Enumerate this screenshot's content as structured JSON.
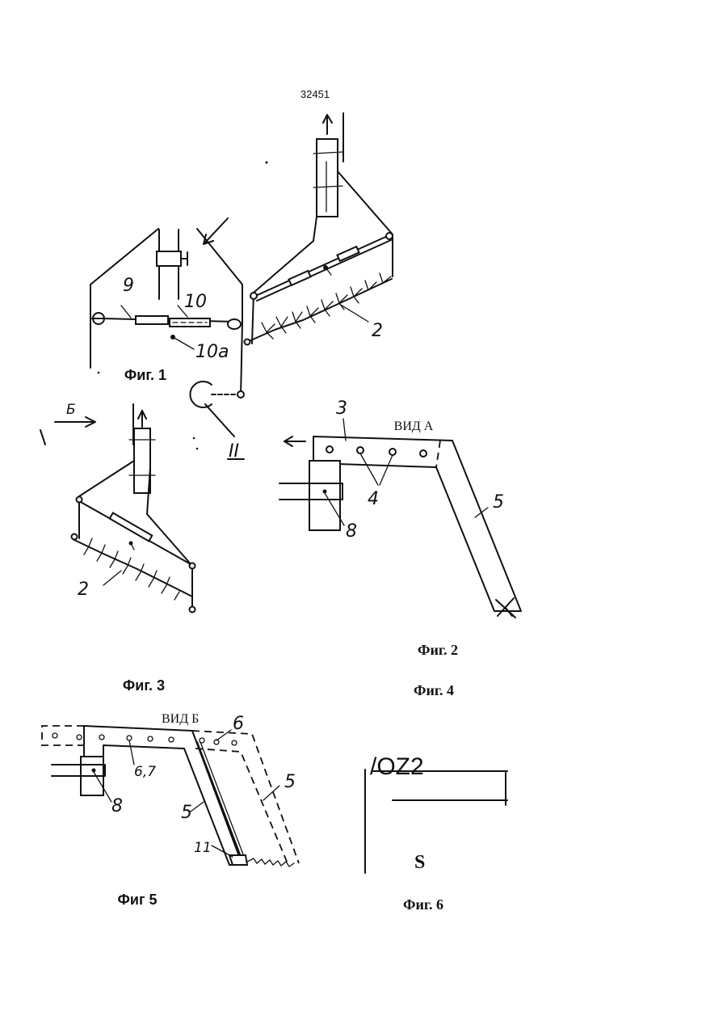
{
  "page": {
    "number": "32451"
  },
  "figures": {
    "fig1": {
      "caption": "Фиг. 1",
      "labels": {
        "l9": "9",
        "l10": "10",
        "l10a": "10а",
        "l2": "2",
        "lII": "II"
      }
    },
    "fig2": {
      "caption": "Фиг. 2",
      "view": "ВИД А",
      "labels": {
        "l3": "3",
        "l4": "4",
        "l5": "5",
        "l8": "8"
      }
    },
    "fig3": {
      "caption": "Фиг. 3",
      "labels": {
        "lB": "Б",
        "l2": "2"
      }
    },
    "fig4": {
      "caption": "Фиг. 4"
    },
    "fig5": {
      "caption": "Фиг 5",
      "view": "ВИД Б",
      "labels": {
        "l6": "6",
        "l67": "6,7",
        "l8": "8",
        "l5a": "5",
        "l5b": "5",
        "l11": "11"
      }
    },
    "fig6": {
      "caption": "Фиг. 6",
      "text_top": "/OZ2",
      "text_letter": "S"
    }
  }
}
